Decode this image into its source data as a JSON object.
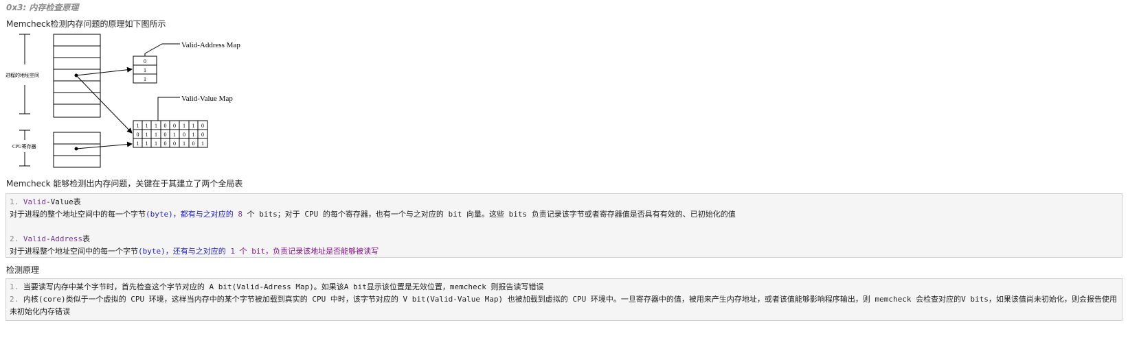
{
  "heading": "0x3: 内存检查原理",
  "intro": "Memcheck检测内存问题的原理如下图所示",
  "diagram": {
    "address_space_label": "进程的地址空间",
    "cpu_label": "CPU寄存器",
    "valid_address_map_label": "Valid-Address Map",
    "valid_value_map_label": "Valid-Value Map",
    "address_bits": [
      "0",
      "1",
      "1"
    ],
    "value_rows": [
      [
        "1",
        "1",
        "1",
        "0",
        "0",
        "1",
        "1",
        "0"
      ],
      [
        "0",
        "1",
        "1",
        "0",
        "1",
        "0",
        "1",
        "0"
      ],
      [
        "1",
        "1",
        "1",
        "0",
        "0",
        "1",
        "0",
        "1"
      ]
    ]
  },
  "tables_intro": "Memcheck 能够检测出内存问题，关键在于其建立了两个全局表",
  "code1": {
    "l1_num": "1.",
    "l1_name_a": "Valid",
    "l1_name_b": "-Value表",
    "l2_a": "对于进程的整个地址空间中的每一个字节",
    "l2_b": "(byte)",
    "l2_c": "，都有与之对应的",
    "l2_d": " 8 ",
    "l2_e": "个 bits；对于 CPU 的每个寄存器，也有一个与之对应的 bit 向量。这些 bits 负责记录该字节或者寄存器值是否具有有效的、已初始化的值",
    "l4_num": "2.",
    "l4_name_a": "Valid",
    "l4_name_b": "-",
    "l4_name_c": "Address",
    "l4_name_d": "表",
    "l5_a": "对于进程整个地址空间中的每一个字节",
    "l5_b": "(byte)",
    "l5_c": "，还有与之对应的",
    "l5_d": " 1 ",
    "l5_e": "个 bit，负责记录该地址是否能够被读写"
  },
  "principle_label": "检测原理",
  "code2": {
    "l1_num": "1.",
    "l1_text": " 当要读写内存中某个字节时，首先检查这个字节对应的 A bit(Valid-Adress Map)。如果该A bit显示该位置是无效位置，memcheck 则报告读写错误",
    "l2_num": "2.",
    "l2_text": " 内核(core)类似于一个虚拟的 CPU 环境，这样当内存中的某个字节被加载到真实的 CPU 中时，该字节对应的 V bit(Valid-Value Map) 也被加载到虚拟的 CPU 环境中。一旦寄存器中的值，被用来产生内存地址，或者该值能够影响程序输出，则 memcheck 会检查对应的V bits，如果该值尚未初始化，则会报告使用未初始化内存错误"
  }
}
